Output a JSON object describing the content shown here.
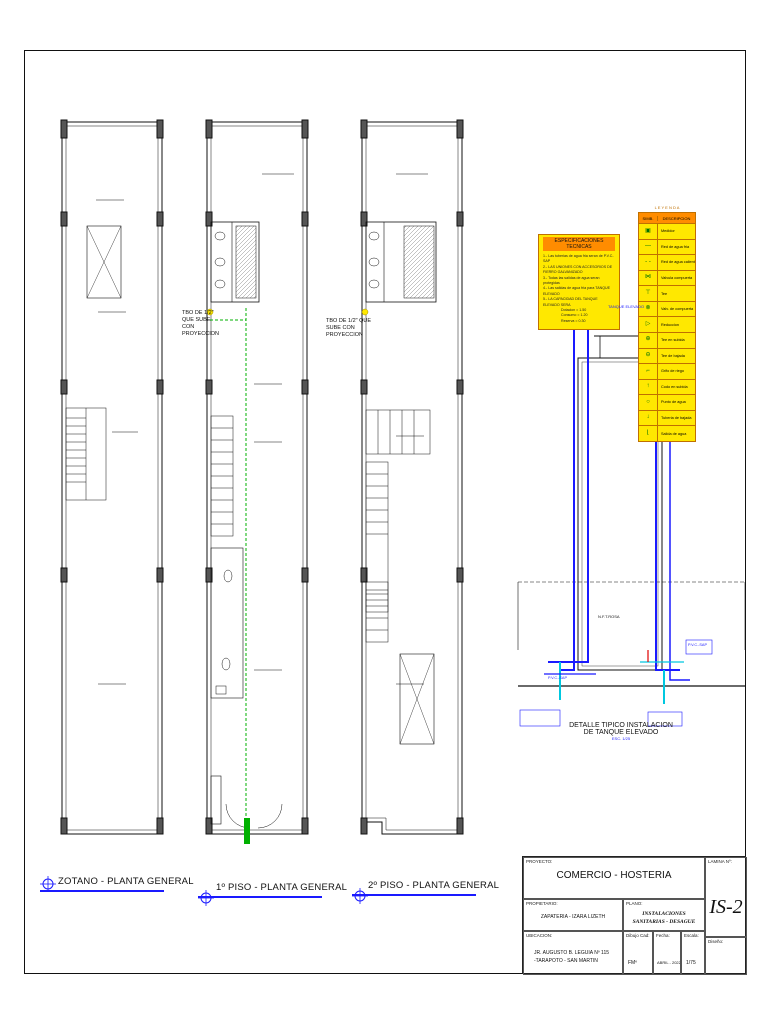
{
  "views": {
    "zotano": {
      "title": "ZOTANO  - PLANTA GENERAL"
    },
    "piso1": {
      "title": "1º PISO  - PLANTA GENERAL"
    },
    "piso2": {
      "title": "2º PISO  - PLANTA GENERAL"
    }
  },
  "annotations": {
    "tubo_p1": [
      "TBO DE 1/2\"",
      "QUE SUBE",
      "CON",
      "PROYECCION"
    ],
    "tubo_p2": [
      "TBO DE 1/2\" QUE",
      "SUBE CON",
      "PROYECCION"
    ]
  },
  "specs": {
    "title": "ESPECIFICACIONES TECNICAS",
    "lines": [
      "1.- Las tuberias de agua fria seran de P.V.C-SAP",
      "2.- LAS UNIONES CON ACCESORIOS DE FIERRO GALVANIZADO",
      "3.- Todas las salidas de agua seran protegidas",
      "4.- Las salidas de agua fria para TANQUE ELEVADO",
      "5.- LA CAPACIDAD DEL TANQUE ELEVADO SERA",
      "Dotacion = 1.50",
      "Consumo  = 1.20",
      "Reserva  = 0.30"
    ]
  },
  "legend": {
    "title": "L E Y E N D A",
    "col_symbol": "SIMB.",
    "col_desc": "DESCRIPCION",
    "items": [
      "Medidor",
      "Red de agua fria",
      "Red de agua caliente",
      "Valvula compuerta",
      "Tee",
      "Valv. de compuerta",
      "Reduccion",
      "Tee en subida",
      "Tee de bajada",
      "Grifo de riego",
      "Codo en subida",
      "Punto de agua",
      "Tuberia de bajada",
      "Salida de agua"
    ]
  },
  "detail": {
    "title_line1": "DETALLE TIPICO INSTALACION",
    "title_line2": "DE TANQUE ELEVADO",
    "scale": "ESC. 1/25",
    "tank_label": "TANQUE ELEVADO",
    "level_label": "N.F.T.ROSA",
    "pvc_left": "P.V.C.-SAP",
    "pvc_right": "P.V.C.-SAP"
  },
  "titleblock": {
    "proyecto_label": "PROYECTO:",
    "proyecto": "COMERCIO - HOSTERIA",
    "lamina_label": "LAMINA Nº:",
    "lamina": "IS-2",
    "propietario_label": "PROPIETARIO:",
    "propietario": "ZAPATERIA - IZARA LIZETH",
    "plano_label": "PLANO:",
    "plano_line1": "INSTALACIONES",
    "plano_line2": "SANITARIAS - DESAGUE",
    "ubicacion_label": "UBICACION:",
    "ubicacion_line1": "JR. AUGUSTO B. LEGUIA Nº 115",
    "ubicacion_line2": "-TARAPOTO - SAN MARTIN",
    "dibujo_label": "Dibujo Cad:",
    "dibujo": "FMº",
    "fecha_label": "Fecha:",
    "fecha": "ABRIL - 2022",
    "escala_label": "Escala:",
    "escala": "1/75",
    "diseno_label": "Diseño:"
  },
  "colors": {
    "line": "#111111",
    "water": "#1a1aff",
    "green": "#00b000",
    "orange": "#ff8c00",
    "yellow": "#ffe800",
    "cyan": "#00c8e0",
    "red": "#e00000"
  }
}
